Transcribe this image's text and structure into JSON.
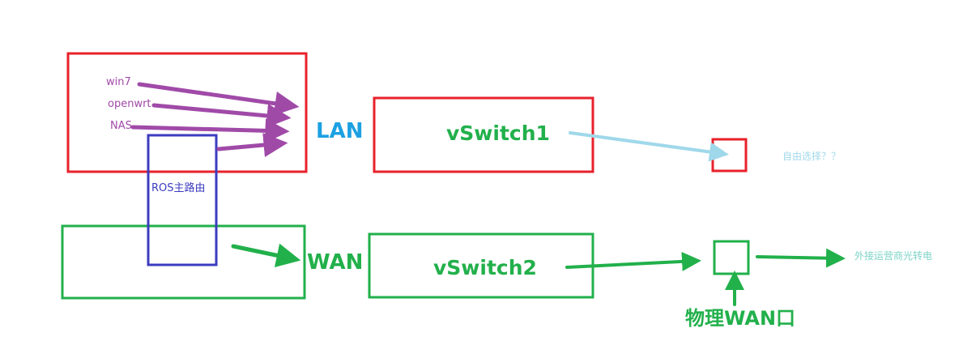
{
  "labels": {
    "win7": "win7",
    "openwrt": "openwrt",
    "nas": "NAS",
    "lan": "LAN",
    "wan": "WAN",
    "vswitch1": "vSwitch1",
    "vswitch2": "vSwitch2",
    "ros": "ROS主路由",
    "free_choice": "自由选择？？",
    "external": "外接运营商光转电",
    "physical_wan": "物理WAN口"
  },
  "colors": {
    "red": "#e8212b",
    "green": "#22b04b",
    "blue": "#3c3cc0",
    "purple": "#a04aa8",
    "light_blue": "#9fd8ea"
  }
}
